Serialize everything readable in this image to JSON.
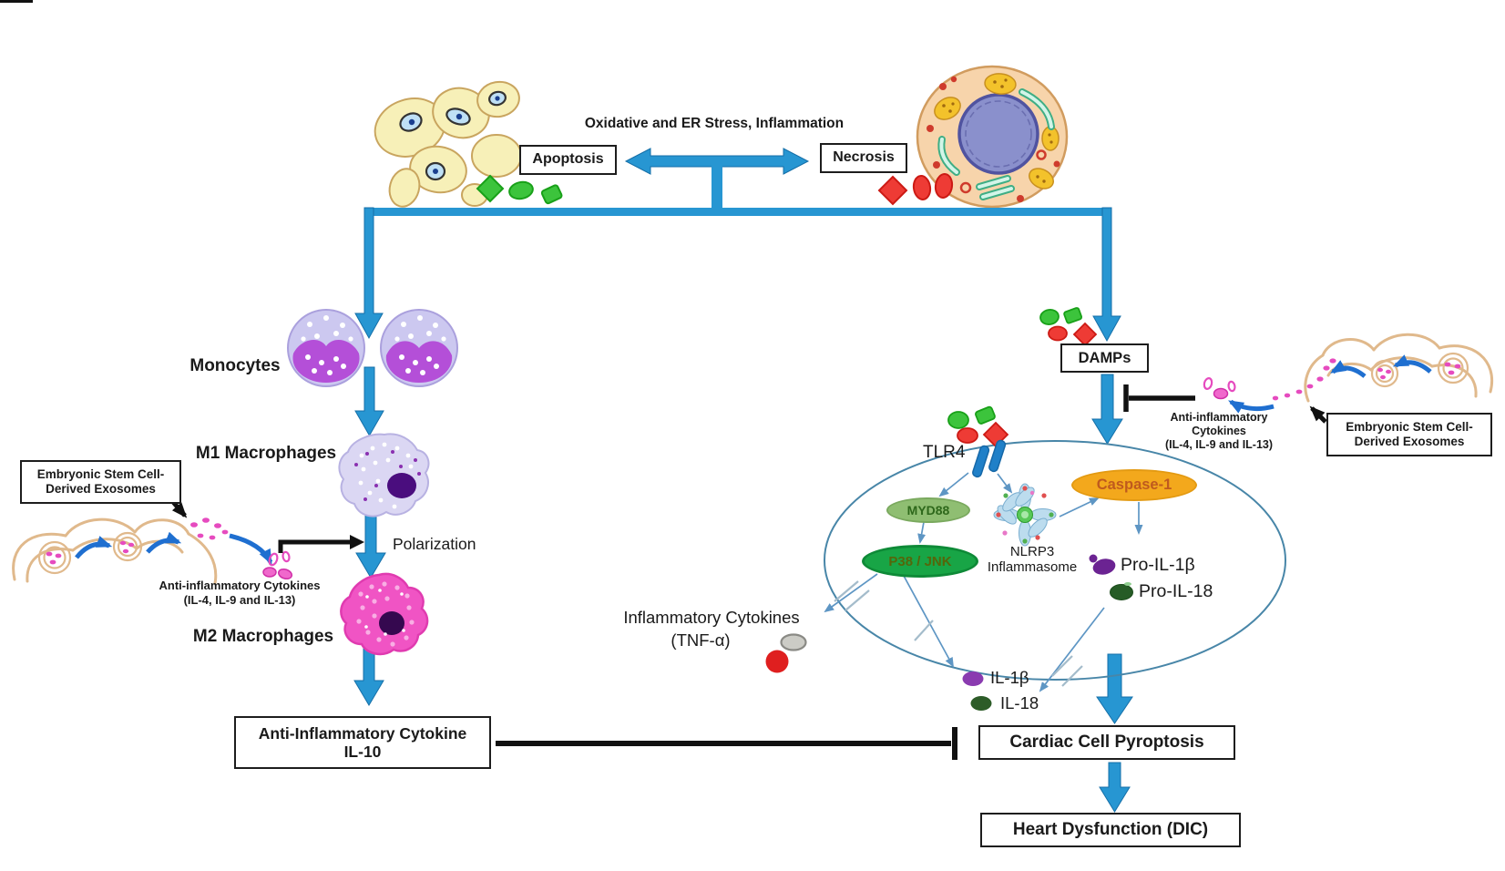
{
  "figure": "Embryonic stem cell-derived exosomes cardiac pyroptosis pathway",
  "colors": {
    "arrow_blue": "#2796d2",
    "thin_arrow_blue": "#5e96c4",
    "curved_arrow_blue": "#1f6fd0",
    "black": "#111111",
    "membrane_outline": "#4886a8",
    "myd88_fill": "#8fbe72",
    "p38_fill": "#18a546",
    "caspase1_fill": "#f3a81c",
    "green_shape": "#3cc43c",
    "red_shape": "#ee3b35",
    "pink_cytokine": "#ee64c8",
    "monocyte_purple": "#b44fd8",
    "m2_pink": "#f054c4"
  },
  "top": {
    "stress": "Oxidative and ER Stress, Inflammation",
    "apoptosis": "Apoptosis",
    "necrosis": "Necrosis"
  },
  "left": {
    "monocytes": "Monocytes",
    "m1": "M1 Macrophages",
    "polarization": "Polarization",
    "m2": "M2 Macrophages",
    "il10_line1": "Anti-Inflammatory Cytokine",
    "il10_line2": "IL-10"
  },
  "exo_left": {
    "box_line1": "Embryonic Stem Cell-",
    "box_line2": "Derived Exosomes",
    "cyto_line1": "Anti-inflammatory Cytokines",
    "cyto_line2": "(IL-4, IL-9 and IL-13)"
  },
  "exo_right": {
    "box_line1": "Embryonic Stem Cell-",
    "box_line2": "Derived Exosomes",
    "cyto_line1": "Anti-inflammatory",
    "cyto_line2": "Cytokines",
    "cyto_line3": "(IL-4, IL-9 and IL-13)"
  },
  "right": {
    "damps": "DAMPs",
    "tlr4": "TLR4",
    "myd88": "MYD88",
    "p38": "P38 / JNK",
    "nlrp3_line1": "NLRP3",
    "nlrp3_line2": "Inflammasome",
    "caspase1": "Caspase-1",
    "pro_il1b": "Pro-IL-1β",
    "pro_il18": "Pro-IL-18",
    "il1b": "IL-1β",
    "il18": "IL-18",
    "inflam_line1": "Inflammatory Cytokines",
    "inflam_line2": "(TNF-α)",
    "pyroptosis": "Cardiac Cell Pyroptosis",
    "heart": "Heart Dysfunction (DIC)"
  }
}
